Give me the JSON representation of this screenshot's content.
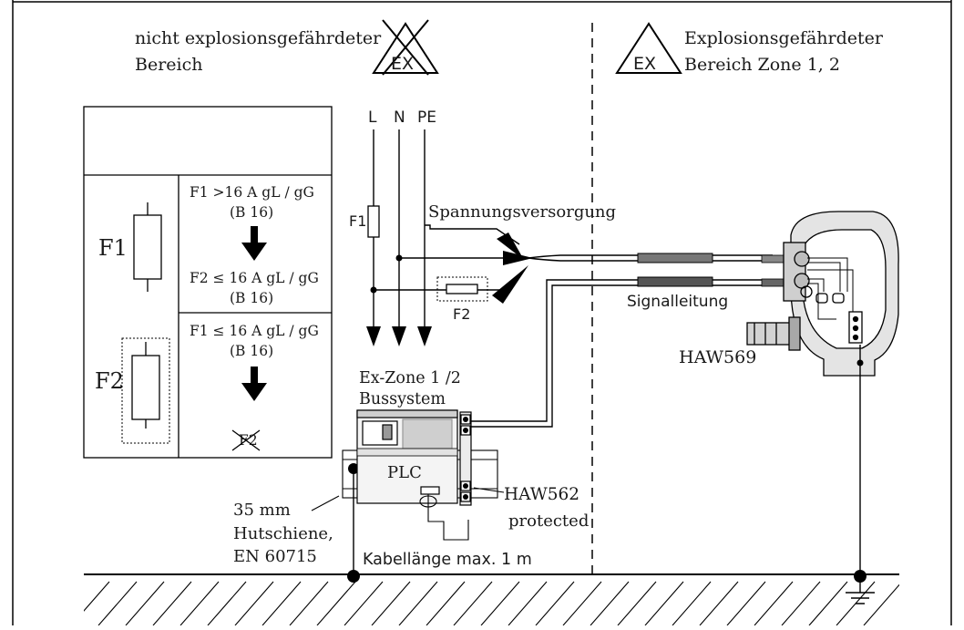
{
  "zones": {
    "safe_label_line1": "nicht explosionsgefährdeter",
    "safe_label_line2": "Bereich",
    "hazard_label_line1": "Explosionsgefährdeter",
    "hazard_label_line2": "Bereich  Zone 1, 2",
    "ex_symbol_text": "EX"
  },
  "fuse_table": {
    "f1_label": "F1",
    "f2_label": "F2",
    "row1_line1": "F1 >16 A gL / gG",
    "row1_line2": "(B 16)",
    "row1_line3": "F2 ≤ 16 A gL / gG",
    "row1_line4": "(B 16)",
    "row2_line1": "F1 ≤ 16 A gL / gG",
    "row2_line2": "(B 16)",
    "row2_result": "F2"
  },
  "power": {
    "phase_l": "L",
    "phase_n": "N",
    "phase_pe": "PE",
    "fuse_f1": "F1",
    "fuse_f2": "F2",
    "supply_label": "Spannungsversorgung",
    "signal_label": "Signalleitung"
  },
  "devices": {
    "bus_line1": "Ex-Zone 1 /2",
    "bus_line2": "Bussystem",
    "plc_label": "PLC",
    "protector_label": "HAW562",
    "protector_sub": "protected",
    "surge_device": "HAW569",
    "cable_length": "Kabellänge max. 1 m",
    "rail_line1": "35 mm",
    "rail_line2": "Hutschiene,",
    "rail_line3": "EN 60715"
  }
}
